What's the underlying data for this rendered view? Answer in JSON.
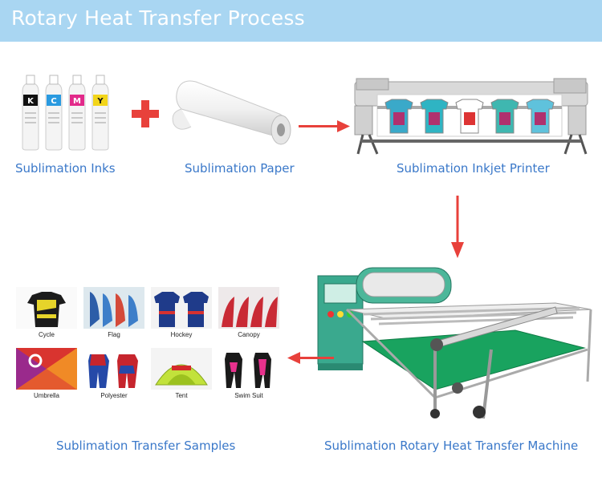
{
  "header": {
    "title": "Rotary Heat Transfer Process"
  },
  "steps": {
    "inks": {
      "label": "Sublimation Inks",
      "bottle_letters": [
        "K",
        "C",
        "M",
        "Y"
      ]
    },
    "paper": {
      "label": "Sublimation Paper"
    },
    "printer": {
      "label": "Sublimation Inkjet Printer"
    },
    "machine": {
      "label": "Sublimation Rotary Heat Transfer Machine"
    },
    "samples": {
      "label": "Sublimation Transfer Samples"
    }
  },
  "samples": [
    {
      "label": "Cycle"
    },
    {
      "label": "Flag"
    },
    {
      "label": "Hockey"
    },
    {
      "label": "Canopy"
    },
    {
      "label": "Umbrella"
    },
    {
      "label": "Polyester"
    },
    {
      "label": "Tent"
    },
    {
      "label": "Swim Suit"
    }
  ],
  "colors": {
    "banner": "#a9d6f2",
    "label": "#3a78c9",
    "arrow": "#e8413b",
    "machine_panel": "#3aa98e",
    "belt": "#19a35f"
  }
}
